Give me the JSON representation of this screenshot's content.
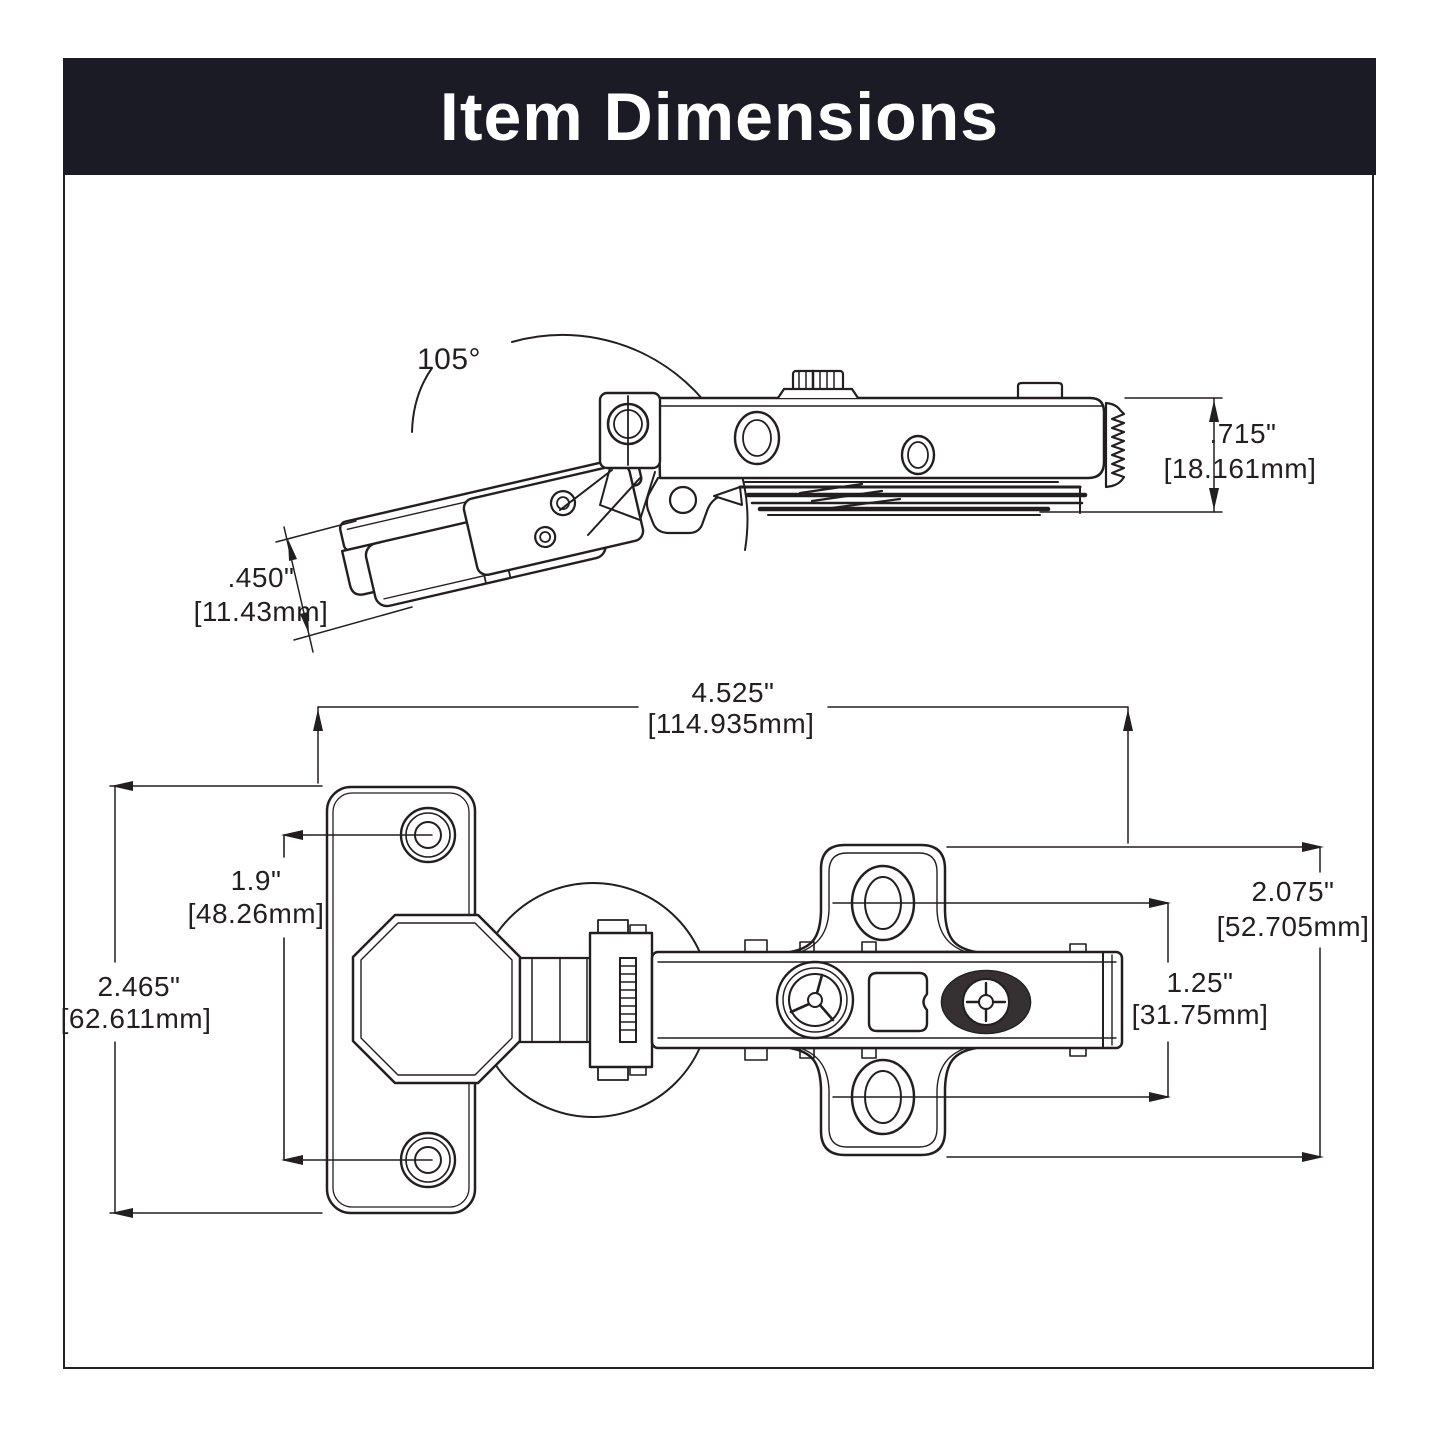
{
  "title": "Item Dimensions",
  "colors": {
    "header_bg": "#1b1b25",
    "header_text": "#ffffff",
    "line": "#231f20",
    "background": "#ffffff"
  },
  "side_view": {
    "opening_angle": "105°",
    "cup_depth_in": ".450\"",
    "cup_depth_mm": "[11.43mm]",
    "arm_height_in": ".715\"",
    "arm_height_mm": "[18.161mm]"
  },
  "top_view": {
    "overall_length_in": "4.525\"",
    "overall_length_mm": "[114.935mm]",
    "hole_spacing_in": "1.9\"",
    "hole_spacing_mm": "[48.26mm]",
    "plate_height_in": "2.465\"",
    "plate_height_mm": "[62.611mm]",
    "mount_plate_height_in": "2.075\"",
    "mount_plate_height_mm": "[52.705mm]",
    "slot_spacing_in": "1.25\"",
    "slot_spacing_mm": "[31.75mm]"
  }
}
